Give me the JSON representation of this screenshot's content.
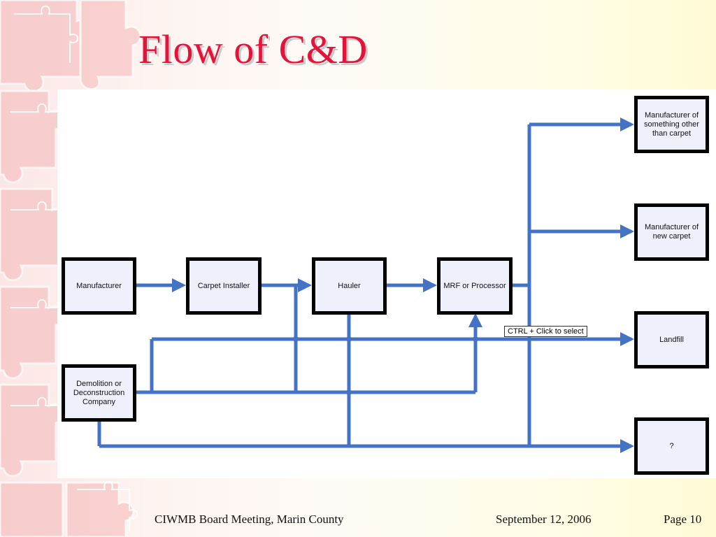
{
  "title": "Flow of  C&D",
  "nodes": {
    "manufacturer": "Manufacturer",
    "carpet_installer": "Carpet Installer",
    "hauler": "Hauler",
    "mrf_processor": "MRF or Processor",
    "demolition": "Demolition or Deconstruction Company",
    "manufacturer_other": "Manufacturer of something other than carpet",
    "manufacturer_new_carpet": "Manufacturer of new carpet",
    "landfill": "Landfill",
    "unknown": "?"
  },
  "tooltip": "CTRL + Click to select",
  "footer": {
    "left": "CIWMB Board Meeting, Marin County",
    "date": "September 12, 2006",
    "page": "Page 10"
  },
  "colors": {
    "title": "#e5133a",
    "connector": "#4472c4",
    "box_fill": "#eef1fb",
    "box_border": "#000000"
  }
}
